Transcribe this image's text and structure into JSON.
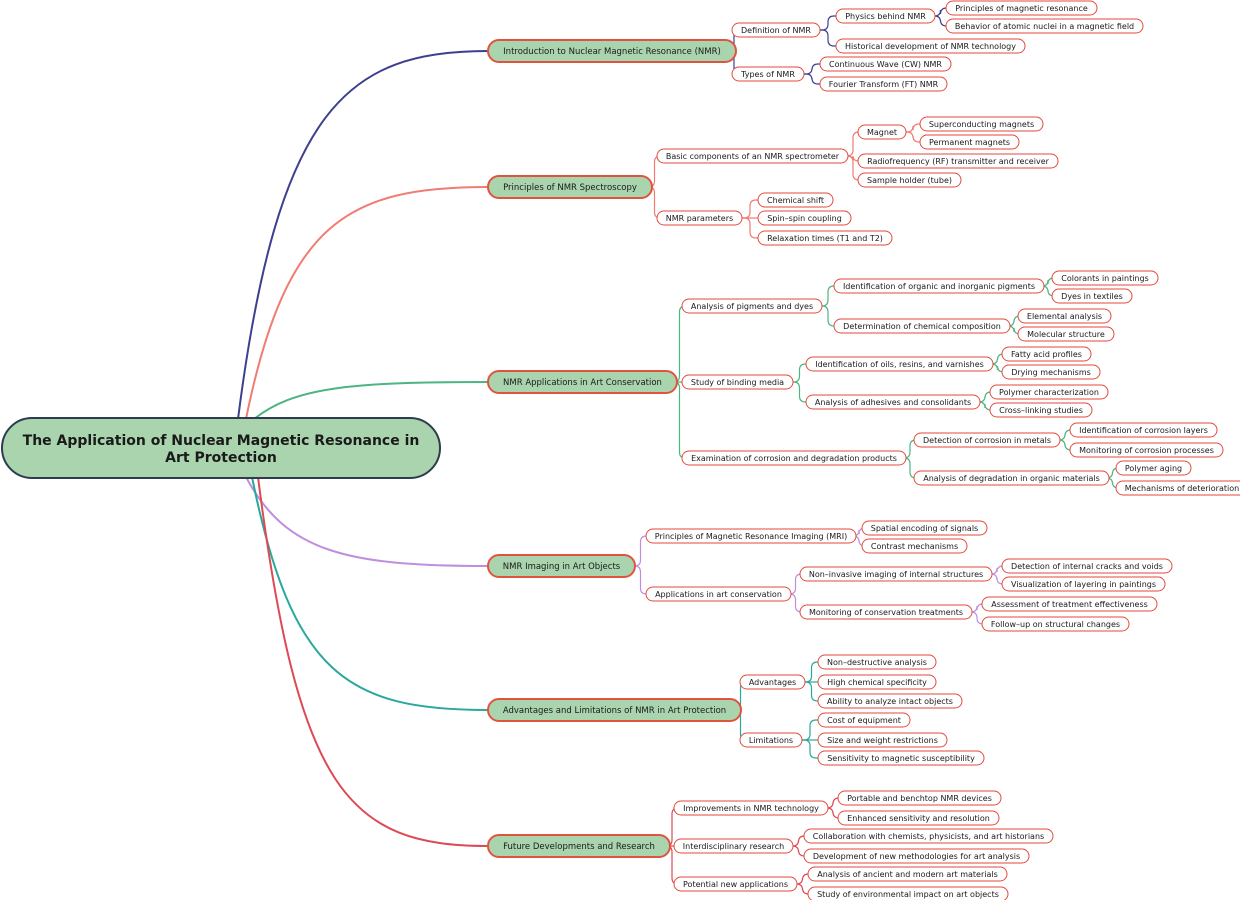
{
  "colors": {
    "root_fill": "#a9d4ad",
    "root_stroke": "#2d3c4e",
    "main_fill": "#a9d4ad",
    "main_stroke": "#e0533f",
    "leaf_stroke": "#e34a3c",
    "leaf_fill": "#ffffff",
    "branch_colors": [
      "#3d3f8f",
      "#f07c74",
      "#4db583",
      "#c08ee0",
      "#2aa89c",
      "#dd4a55"
    ]
  },
  "root": {
    "label": "The Application of Nuclear Magnetic Resonance in Art Protection",
    "label_lines": [
      "The Application of Nuclear Magnetic Resonance in",
      "Art Protection"
    ]
  },
  "branches": [
    {
      "label": "Introduction to Nuclear Magnetic Resonance (NMR)",
      "children": [
        {
          "label": "Definition of NMR",
          "children": [
            {
              "label": "Physics behind NMR",
              "children": [
                {
                  "label": "Principles of magnetic resonance"
                },
                {
                  "label": "Behavior of atomic nuclei in a magnetic field"
                }
              ]
            },
            {
              "label": "Historical development of NMR technology"
            }
          ]
        },
        {
          "label": "Types of NMR",
          "children": [
            {
              "label": "Continuous Wave (CW) NMR"
            },
            {
              "label": "Fourier Transform (FT) NMR"
            }
          ]
        }
      ]
    },
    {
      "label": "Principles of NMR Spectroscopy",
      "children": [
        {
          "label": "Basic components of an NMR spectrometer",
          "children": [
            {
              "label": "Magnet",
              "children": [
                {
                  "label": "Superconducting magnets"
                },
                {
                  "label": "Permanent magnets"
                }
              ]
            },
            {
              "label": "Radiofrequency (RF) transmitter and receiver"
            },
            {
              "label": "Sample holder (tube)"
            }
          ]
        },
        {
          "label": "NMR parameters",
          "children": [
            {
              "label": "Chemical shift"
            },
            {
              "label": "Spin–spin coupling"
            },
            {
              "label": "Relaxation times (T1 and T2)"
            }
          ]
        }
      ]
    },
    {
      "label": "NMR Applications in Art Conservation",
      "children": [
        {
          "label": "Analysis of pigments and dyes",
          "children": [
            {
              "label": "Identification of organic and inorganic pigments",
              "children": [
                {
                  "label": "Colorants in paintings"
                },
                {
                  "label": "Dyes in textiles"
                }
              ]
            },
            {
              "label": "Determination of chemical composition",
              "children": [
                {
                  "label": "Elemental analysis"
                },
                {
                  "label": "Molecular structure"
                }
              ]
            }
          ]
        },
        {
          "label": "Study of binding media",
          "children": [
            {
              "label": "Identification of oils, resins, and varnishes",
              "children": [
                {
                  "label": "Fatty acid profiles"
                },
                {
                  "label": "Drying mechanisms"
                }
              ]
            },
            {
              "label": "Analysis of adhesives and consolidants",
              "children": [
                {
                  "label": "Polymer characterization"
                },
                {
                  "label": "Cross–linking studies"
                }
              ]
            }
          ]
        },
        {
          "label": "Examination of corrosion and degradation products",
          "children": [
            {
              "label": "Detection of corrosion in metals",
              "children": [
                {
                  "label": "Identification of corrosion layers"
                },
                {
                  "label": "Monitoring of corrosion processes"
                }
              ]
            },
            {
              "label": "Analysis of degradation in organic materials",
              "children": [
                {
                  "label": "Polymer aging"
                },
                {
                  "label": "Mechanisms of deterioration"
                }
              ]
            }
          ]
        }
      ]
    },
    {
      "label": "NMR Imaging in Art Objects",
      "children": [
        {
          "label": "Principles of Magnetic Resonance Imaging (MRI)",
          "children": [
            {
              "label": "Spatial encoding of signals"
            },
            {
              "label": "Contrast mechanisms"
            }
          ]
        },
        {
          "label": "Applications in art conservation",
          "children": [
            {
              "label": "Non–invasive imaging of internal structures",
              "children": [
                {
                  "label": "Detection of internal cracks and voids"
                },
                {
                  "label": "Visualization of layering in paintings"
                }
              ]
            },
            {
              "label": "Monitoring of conservation treatments",
              "children": [
                {
                  "label": "Assessment of treatment effectiveness"
                },
                {
                  "label": "Follow–up on structural changes"
                }
              ]
            }
          ]
        }
      ]
    },
    {
      "label": "Advantages and Limitations of NMR in Art Protection",
      "children": [
        {
          "label": "Advantages",
          "children": [
            {
              "label": "Non–destructive analysis"
            },
            {
              "label": "High chemical specificity"
            },
            {
              "label": "Ability to analyze intact objects"
            }
          ]
        },
        {
          "label": "Limitations",
          "children": [
            {
              "label": "Cost of equipment"
            },
            {
              "label": "Size and weight restrictions"
            },
            {
              "label": "Sensitivity to magnetic susceptibility"
            }
          ]
        }
      ]
    },
    {
      "label": "Future Developments and Research",
      "children": [
        {
          "label": "Improvements in NMR technology",
          "children": [
            {
              "label": "Portable and benchtop NMR devices"
            },
            {
              "label": "Enhanced sensitivity and resolution"
            }
          ]
        },
        {
          "label": "Interdisciplinary research",
          "children": [
            {
              "label": "Collaboration with chemists, physicists, and art historians"
            },
            {
              "label": "Development of new methodologies for art analysis"
            }
          ]
        },
        {
          "label": "Potential new applications",
          "children": [
            {
              "label": "Analysis of ancient and modern art materials"
            },
            {
              "label": "Study of environmental impact on art objects"
            }
          ]
        }
      ]
    }
  ]
}
